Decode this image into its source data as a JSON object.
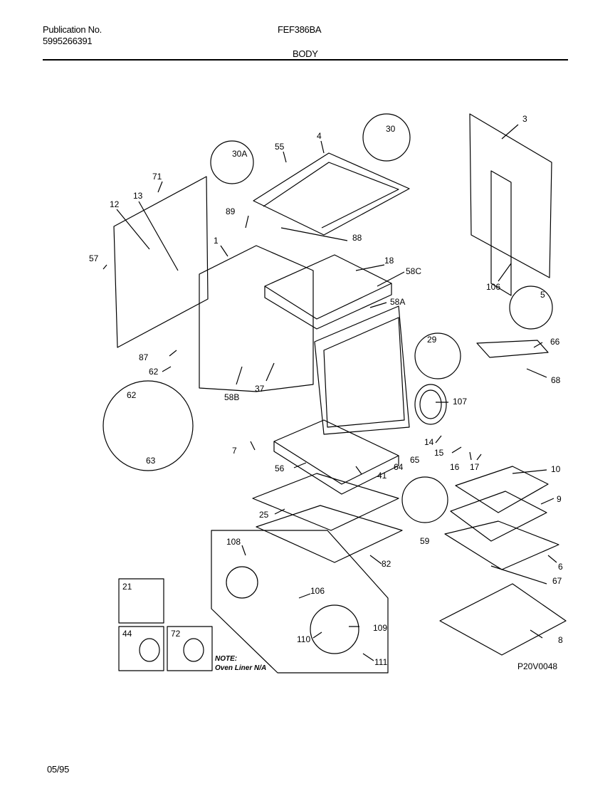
{
  "header": {
    "publication_label": "Publication No.",
    "publication_number": "5995266391",
    "model": "FEF386BA",
    "section": "BODY"
  },
  "footer": {
    "date": "05/95"
  },
  "diagram": {
    "code": "P20V0048",
    "note_title": "NOTE:",
    "note_text": "Oven Liner N/A",
    "callouts": [
      "3",
      "4",
      "30",
      "30A",
      "55",
      "71",
      "13",
      "12",
      "89",
      "1",
      "88",
      "18",
      "58C",
      "57",
      "106",
      "5",
      "58A",
      "87",
      "62",
      "37",
      "58B",
      "29",
      "66",
      "68",
      "107",
      "14",
      "15",
      "16",
      "17",
      "7",
      "56",
      "41",
      "64",
      "65",
      "10",
      "9",
      "25",
      "59",
      "6",
      "82",
      "108",
      "21",
      "67",
      "44",
      "72",
      "110",
      "109",
      "111",
      "8"
    ]
  }
}
